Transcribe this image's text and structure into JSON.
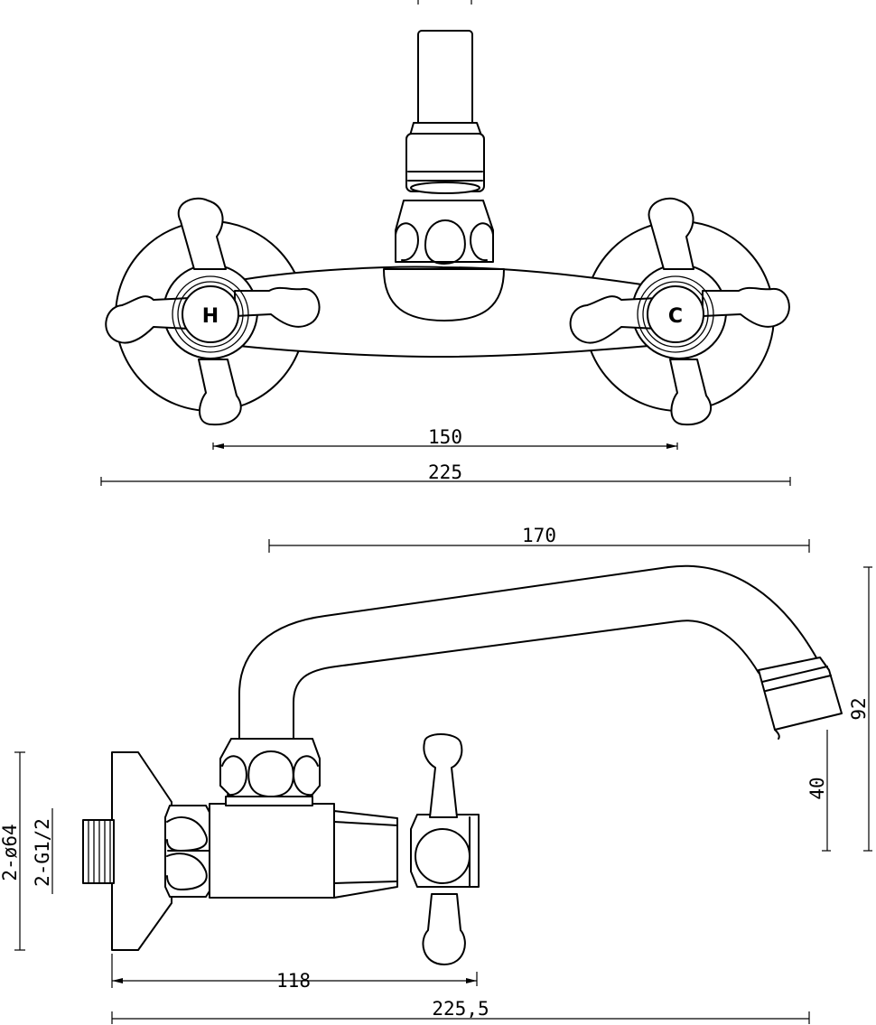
{
  "front_view": {
    "hot_label": "H",
    "cold_label": "C",
    "dim_inner": "150",
    "dim_outer": "225"
  },
  "side_view": {
    "dim_spout_reach": "170",
    "dim_spout_height": "92",
    "dim_outlet_height": "40",
    "dim_connection_diameter": "2-ø64",
    "dim_thread": "2-G1/2",
    "dim_body": "118",
    "dim_total": "225,5"
  }
}
